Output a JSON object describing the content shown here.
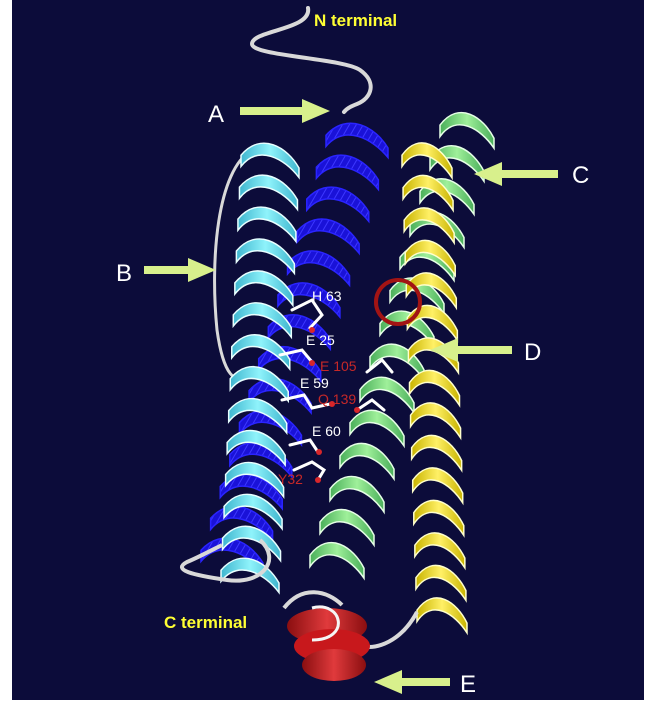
{
  "figure": {
    "background_color": "#0c0c3a",
    "terminals": {
      "n": "N terminal",
      "c": "C terminal"
    },
    "helix_letters": {
      "a": "A",
      "b": "B",
      "c": "C",
      "d": "D",
      "e": "E"
    },
    "residues": {
      "h63": "H 63",
      "e25": "E 25",
      "e105": "E 105",
      "e59": "E 59",
      "q139": "Q 139",
      "e60": "E 60",
      "y32": "Y32"
    },
    "colors": {
      "terminal_text": "#ffff33",
      "arrow": "#d8f08c",
      "letter": "#ffffff",
      "residue_white": "#ffffff",
      "residue_red": "#c62828",
      "helix_cyan": "#6fe6f2",
      "helix_blue": "#1a12d8",
      "helix_green": "#7ee07e",
      "helix_yellow": "#f2e01e",
      "helix_red": "#c8181c",
      "circle": "#a21414"
    }
  }
}
